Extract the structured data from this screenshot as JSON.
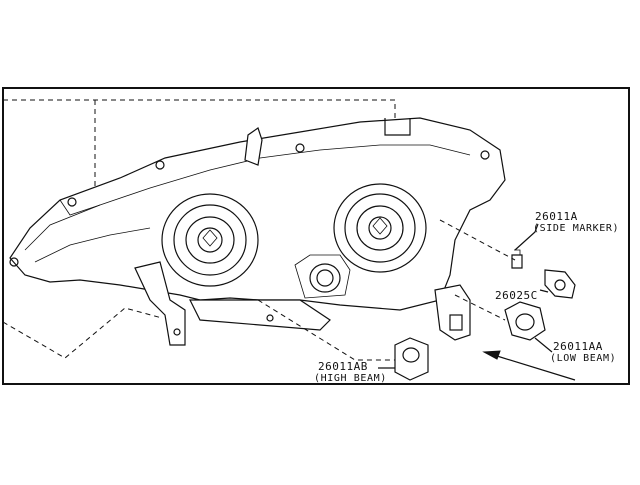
{
  "diagram": {
    "parts": [
      {
        "code": "26011A",
        "description": "(SIDE MARKER)"
      },
      {
        "code": "26025C",
        "description": ""
      },
      {
        "code": "26011AA",
        "description": "(LOW BEAM)"
      },
      {
        "code": "26011AB",
        "description": "(HIGH BEAM)"
      }
    ]
  }
}
